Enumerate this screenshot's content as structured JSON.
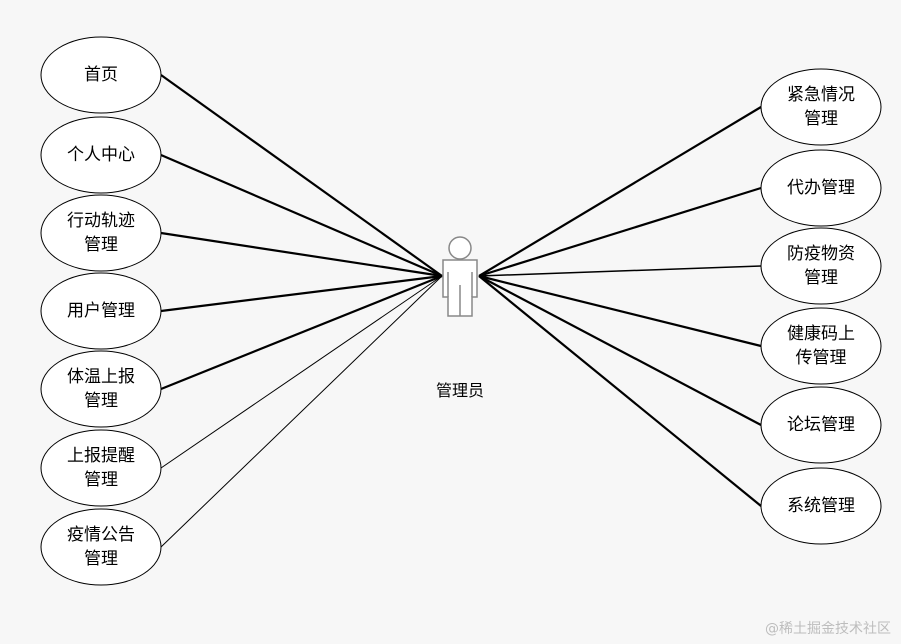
{
  "actor": {
    "name": "管理员"
  },
  "use_cases_left": [
    {
      "id": "home",
      "lines": [
        "首页"
      ]
    },
    {
      "id": "personal-center",
      "lines": [
        "个人中心"
      ]
    },
    {
      "id": "track",
      "lines": [
        "行动轨迹",
        "管理"
      ]
    },
    {
      "id": "user",
      "lines": [
        "用户管理"
      ]
    },
    {
      "id": "temperature",
      "lines": [
        "体温上报",
        "管理"
      ]
    },
    {
      "id": "reminder",
      "lines": [
        "上报提醒",
        "管理"
      ]
    },
    {
      "id": "announcement",
      "lines": [
        "疫情公告",
        "管理"
      ]
    }
  ],
  "use_cases_right": [
    {
      "id": "emergency",
      "lines": [
        "紧急情况",
        "管理"
      ]
    },
    {
      "id": "errand",
      "lines": [
        "代办管理"
      ]
    },
    {
      "id": "supplies",
      "lines": [
        "防疫物资",
        "管理"
      ]
    },
    {
      "id": "health-code",
      "lines": [
        "健康码上",
        "传管理"
      ]
    },
    {
      "id": "forum",
      "lines": [
        "论坛管理"
      ]
    },
    {
      "id": "system",
      "lines": [
        "系统管理"
      ]
    }
  ],
  "watermark": "@稀土掘金技术社区",
  "colors": {
    "background": "#f7f7f7",
    "stroke": "#000000",
    "actor": "#888888"
  }
}
